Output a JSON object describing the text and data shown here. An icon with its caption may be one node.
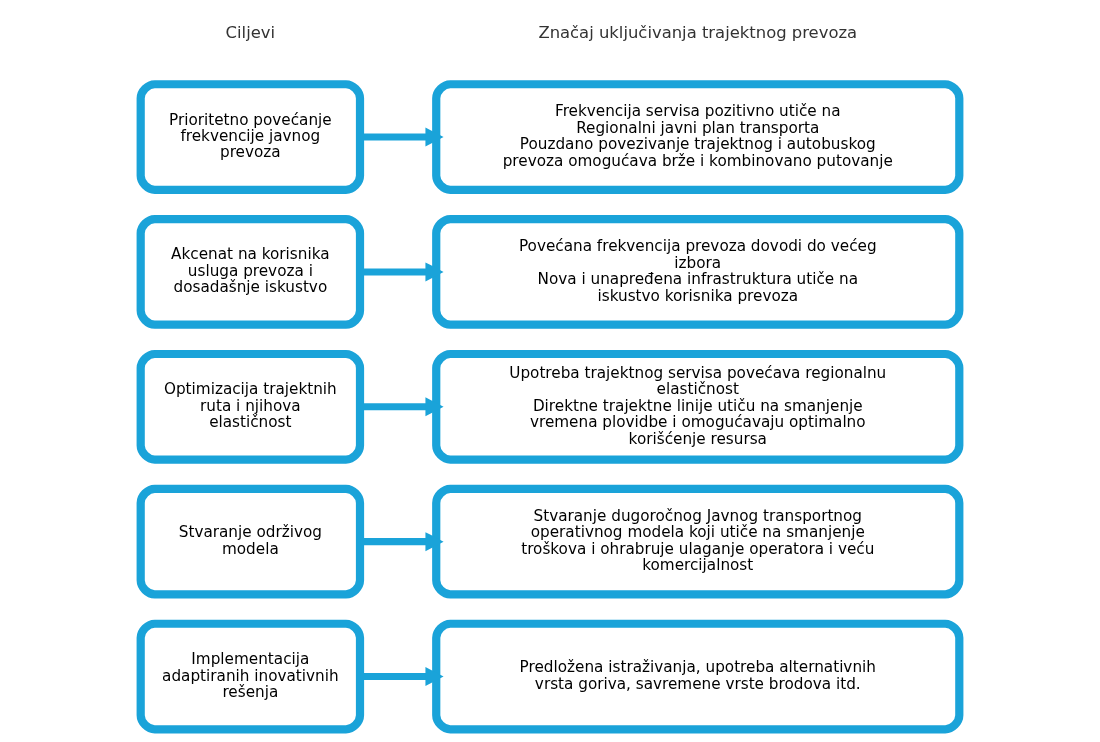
{
  "diagram": {
    "nodes": [
      {
        "text": [
          "Prioritetno povećanje frekvencije javnog prevoza"
        ]
      },
      {
        "text": [
          "Frekvencija servisa pozitivno utiče na Regionalni javni plan transporta",
          "Pouzdano povezivanje trajektnog i autobuskog prevoza omogućava brže i kombinovano putovanje"
        ]
      },
      {
        "text": [
          "Akcenat na korisnika usluga prevoza i dosadašnje iskustvo"
        ]
      },
      {
        "text": [
          "Povećana frekvencija prevoza dovodi do većeg izbora",
          "Nova i unapređena infrastruktura utiče na iskustvo korisnika prevoza"
        ]
      },
      {
        "text": [
          "Optimizacija trajektnih ruta i njihova elastičnost"
        ]
      },
      {
        "text": [
          "Upotreba trajektnog servisa povećava regionalnu elastičnost",
          "Direktne trajektne linije utiču na smanjenje vremena plovidbe i omogućavaju optimalno korišćenje resursa"
        ]
      },
      {
        "text": [
          "Stvaranje održivog modela"
        ]
      },
      {
        "text": [
          "Stvaranje dugoročnog Javnog transportnog operativnog modela koji utiče na smanjenje troškova i ohrabruje ulaganje operatora i veću komercijalnost"
        ]
      },
      {
        "text": [
          "Implementacija adaptiranih inovativnih rešenja"
        ]
      },
      {
        "text": [
          "Predložena istraživanja, upotreba alternativnih vrsta goriva, savremene vrste brodova itd."
        ]
      }
    ],
    "edges": [
      {
        "from": 0,
        "to": 1,
        "arrow": "to"
      },
      {
        "from": 2,
        "to": 3,
        "arrow": "to"
      },
      {
        "from": 4,
        "to": 5,
        "arrow": "to"
      },
      {
        "from": 6,
        "to": 7,
        "arrow": "to"
      },
      {
        "from": 8,
        "to": 9,
        "arrow": "to"
      }
    ],
    "labels": [
      "Ciljevi",
      "Značaj uključivanja trajektnog prevoza"
    ]
  }
}
